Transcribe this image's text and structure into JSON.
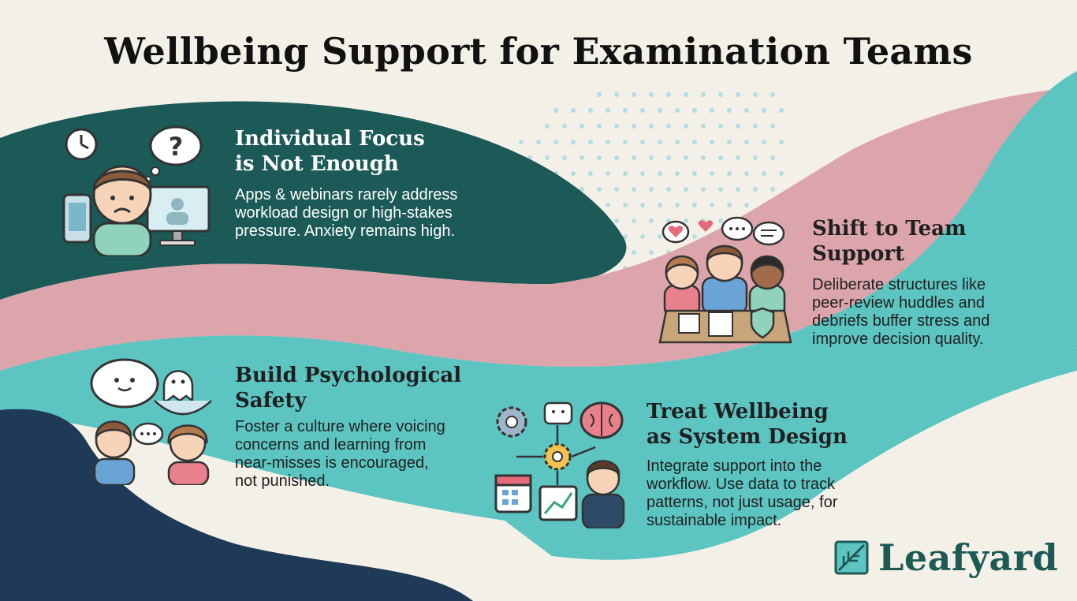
{
  "title": "Wellbeing Support for Examination Teams",
  "sections": [
    {
      "heading_line1": "Individual Focus",
      "heading_line2": "is Not Enough",
      "body_lines": [
        "Apps & webinars rarely address",
        "workload design or high-stakes",
        "pressure. Anxiety remains high."
      ]
    },
    {
      "heading_line1": "Shift to Team",
      "heading_line2": "Support",
      "body_lines": [
        "Deliberate structures like",
        "peer-review huddles and",
        "debriefs buffer stress and",
        "improve decision quality."
      ]
    },
    {
      "heading_line1": "Build Psychological",
      "heading_line2": "Safety",
      "body_lines": [
        "Foster a culture where voicing",
        "concerns and learning from",
        "near-misses is encouraged,",
        "not punished."
      ]
    },
    {
      "heading_line1": "Treat Wellbeing",
      "heading_line2": "as System Design",
      "body_lines": [
        "Integrate support into the",
        "workflow. Use data to track",
        "patterns, not just usage, for",
        "sustainable impact."
      ]
    }
  ],
  "brand": {
    "name": "Leafyard"
  },
  "colors": {
    "dark_teal": "#1b5a57",
    "pink": "#dca5ab",
    "teal": "#5cc4c1",
    "navy": "#1e3a56",
    "cream": "#f3f0e8"
  },
  "icons": [
    "clock-icon",
    "question-bubble-icon",
    "phone-icon",
    "monitor-icon",
    "heart-icon",
    "chat-bubble-icon",
    "shield-icon",
    "ghost-icon",
    "gear-icon",
    "brain-icon",
    "calendar-icon",
    "chart-icon"
  ]
}
